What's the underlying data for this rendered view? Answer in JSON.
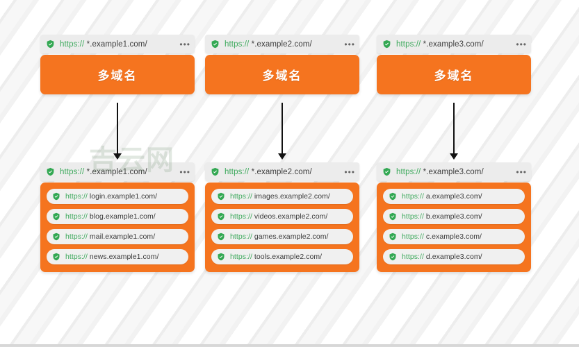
{
  "meta": {
    "watermark": "吉云网",
    "accent_orange": "#F5741F",
    "shield_green": "#33A853",
    "scheme_green": "#3faa5e",
    "urlbar_bg": "#ececec"
  },
  "columns": [
    {
      "id": "column-1",
      "top_urlbar": {
        "scheme": "https://",
        "host": " *.example1.com/",
        "menu": "•••",
        "icon": "shield-check-icon"
      },
      "header_card": {
        "label": "多域名"
      },
      "arrow": {
        "icon": "down-arrow-icon"
      },
      "mid_urlbar": {
        "scheme": "https://",
        "host": " *.example1.com/",
        "menu": "•••",
        "icon": "shield-check-icon"
      },
      "subdomains": [
        {
          "scheme": "https://",
          "host": " login.example1.com/",
          "icon": "shield-check-icon"
        },
        {
          "scheme": "https://",
          "host": " blog.example1.com/",
          "icon": "shield-check-icon"
        },
        {
          "scheme": "https://",
          "host": " mail.example1.com/",
          "icon": "shield-check-icon"
        },
        {
          "scheme": "https://",
          "host": " news.example1.com/",
          "icon": "shield-check-icon"
        }
      ]
    },
    {
      "id": "column-2",
      "top_urlbar": {
        "scheme": "https://",
        "host": " *.example2.com/",
        "menu": "•••",
        "icon": "shield-check-icon"
      },
      "header_card": {
        "label": "多域名"
      },
      "arrow": {
        "icon": "down-arrow-icon"
      },
      "mid_urlbar": {
        "scheme": "https://",
        "host": " *.example2.com/",
        "menu": "•••",
        "icon": "shield-check-icon"
      },
      "subdomains": [
        {
          "scheme": "https://",
          "host": " images.example2.com/",
          "icon": "shield-check-icon"
        },
        {
          "scheme": "https://",
          "host": " videos.example2.com/",
          "icon": "shield-check-icon"
        },
        {
          "scheme": "https://",
          "host": " games.example2.com/",
          "icon": "shield-check-icon"
        },
        {
          "scheme": "https://",
          "host": " tools.example2.com/",
          "icon": "shield-check-icon"
        }
      ]
    },
    {
      "id": "column-3",
      "top_urlbar": {
        "scheme": "https://",
        "host": " *.example3.com/",
        "menu": "•••",
        "icon": "shield-check-icon"
      },
      "header_card": {
        "label": "多域名"
      },
      "arrow": {
        "icon": "down-arrow-icon"
      },
      "mid_urlbar": {
        "scheme": "https://",
        "host": " *.example3.com/",
        "menu": "•••",
        "icon": "shield-check-icon"
      },
      "subdomains": [
        {
          "scheme": "https://",
          "host": " a.example3.com/",
          "icon": "shield-check-icon"
        },
        {
          "scheme": "https://",
          "host": " b.example3.com/",
          "icon": "shield-check-icon"
        },
        {
          "scheme": "https://",
          "host": " c.example3.com/",
          "icon": "shield-check-icon"
        },
        {
          "scheme": "https://",
          "host": " d.example3.com/",
          "icon": "shield-check-icon"
        }
      ]
    }
  ]
}
